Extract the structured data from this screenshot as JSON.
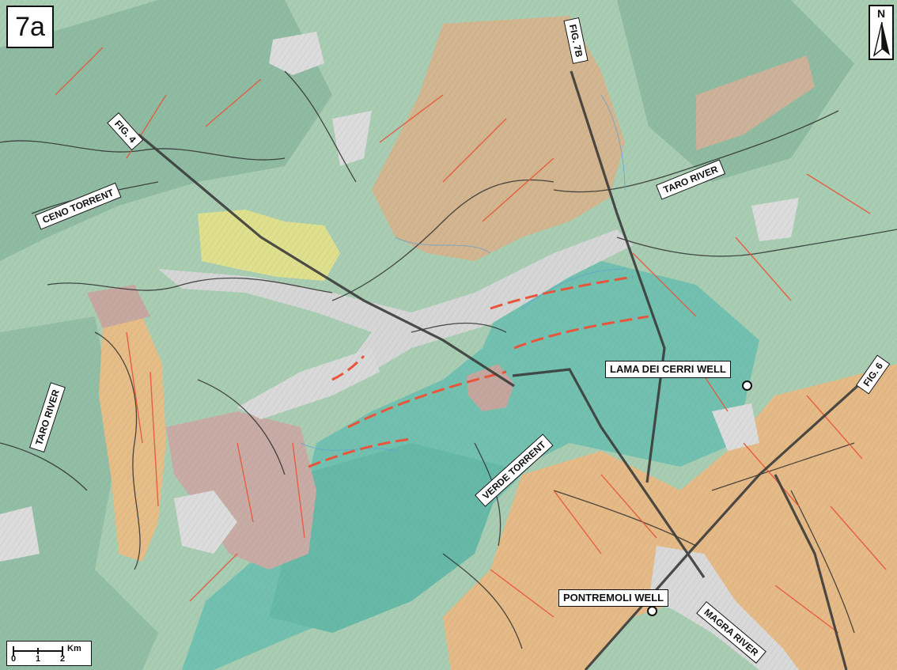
{
  "panel": {
    "label": "7a"
  },
  "north": {
    "letter": "N"
  },
  "sections": {
    "fig4": "FIG. 4",
    "fig7b": "FIG. 7B",
    "fig6": "FIG. 6"
  },
  "rivers": {
    "ceno": "CENO TORRENT",
    "taro_east": "TARO RIVER",
    "taro_west": "TARO RIVER",
    "verde": "VERDE TORRENT",
    "magra": "MAGRA RIVER"
  },
  "wells": {
    "lama": "LAMA DEI CERRI WELL",
    "pontremoli": "PONTREMOLI WELL"
  },
  "scale": {
    "ticks": [
      "0",
      "1",
      "2"
    ],
    "unit": "Km"
  },
  "colors": {
    "green_unit": "#a9cdb3",
    "dark_green_unit": "#86b69d",
    "teal_unit": "#6fbfae",
    "tan_unit": "#d3b58f",
    "orange_unit": "#e9bd84",
    "yellow_unit": "#dfe08e",
    "mauve_unit": "#c9aba5",
    "alluvium": "#d9d9d9",
    "fault": "#e8553a",
    "trace": "#3a3a3a"
  }
}
